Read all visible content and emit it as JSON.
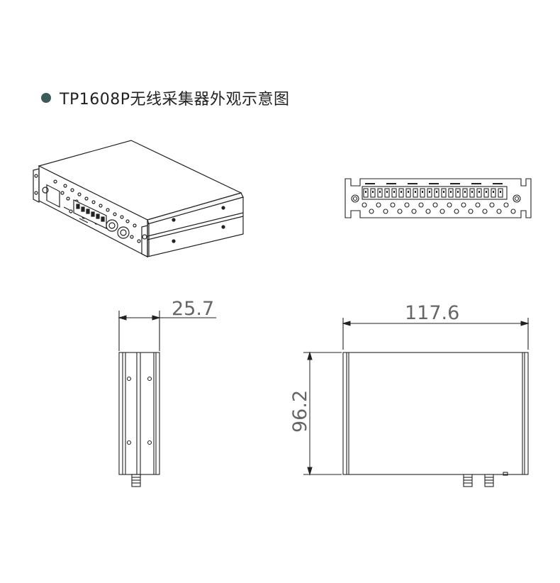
{
  "title": "TP1608P无线采集器外观示意图",
  "dimensions": {
    "width_side": "25.7",
    "width_front": "117.6",
    "height_front": "96.2"
  },
  "colors": {
    "bullet": "#3d5a5a",
    "line": "#222222",
    "dim_text": "#666666"
  }
}
